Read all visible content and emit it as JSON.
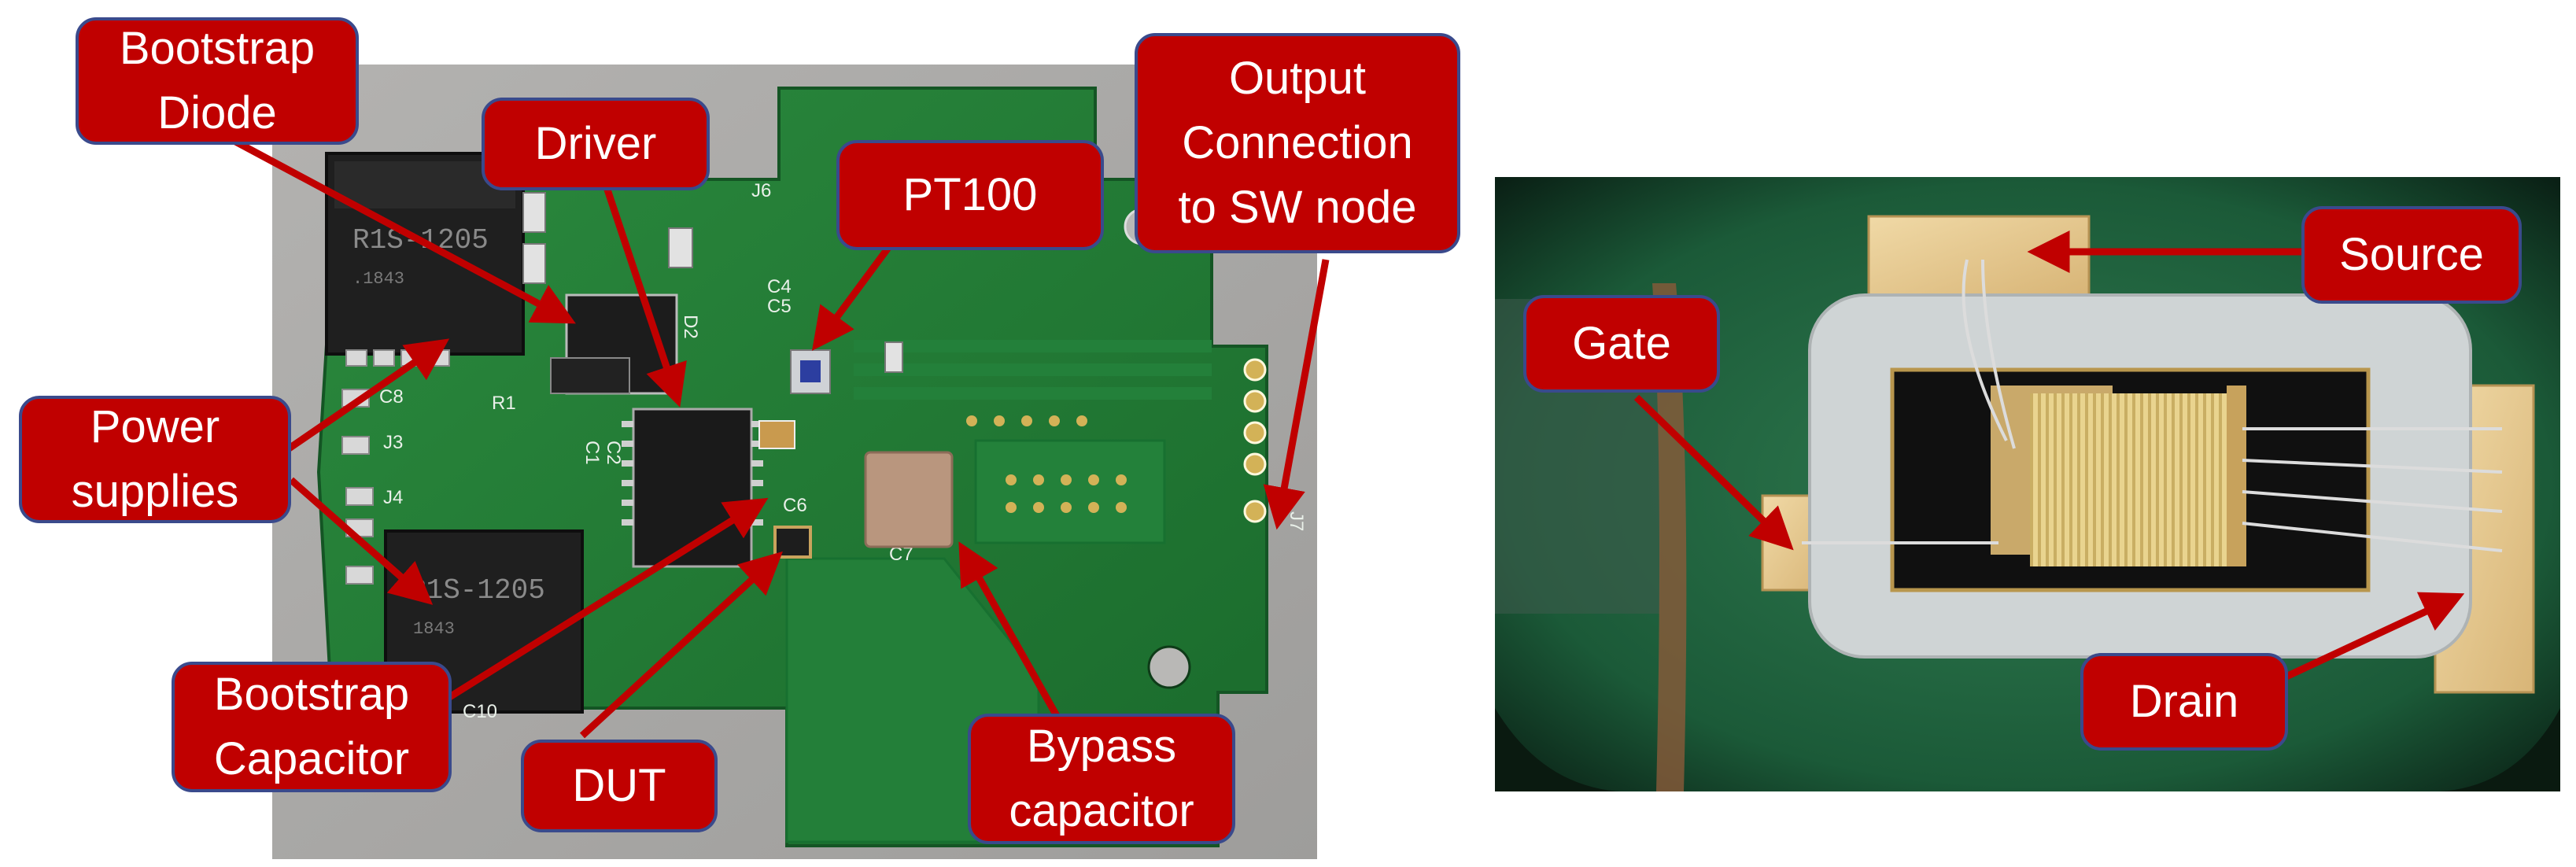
{
  "colors": {
    "callout_fill": "#c00000",
    "callout_border": "#3a4a8c",
    "callout_text": "#ffffff",
    "arrow": "#c00000",
    "pcb_green": "#1f7a33",
    "background_grey": "#a9a8a6"
  },
  "left_photo": {
    "board_labels": [
      "R1S-1205",
      "R1S-1205",
      "J3",
      "J4",
      "J6",
      "J7",
      "C4",
      "C5",
      "C6",
      "C7",
      "C8",
      "C10",
      "D2",
      "R1",
      "C1",
      "C2"
    ],
    "callouts": {
      "bootstrap_diode": "Bootstrap\nDiode",
      "driver": "Driver",
      "pt100": "PT100",
      "output_connection": "Output\nConnection\nto SW node",
      "power_supplies": "Power\nsupplies",
      "bootstrap_capacitor": "Bootstrap\nCapacitor",
      "dut": "DUT",
      "bypass_capacitor": "Bypass\ncapacitor"
    }
  },
  "right_photo": {
    "callouts": {
      "source": "Source",
      "gate": "Gate",
      "drain": "Drain"
    }
  }
}
